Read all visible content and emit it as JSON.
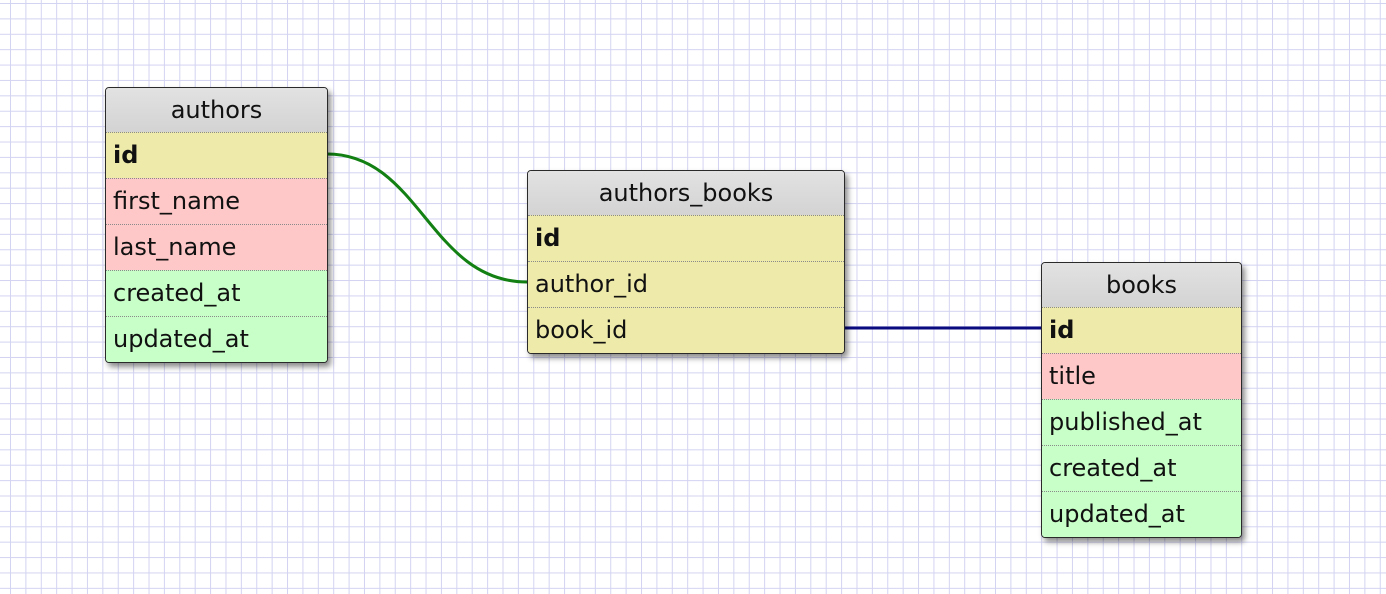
{
  "diagram": {
    "tables": [
      {
        "name": "authors",
        "fields": [
          {
            "label": "id",
            "kind": "pk"
          },
          {
            "label": "first_name",
            "kind": "text"
          },
          {
            "label": "last_name",
            "kind": "text"
          },
          {
            "label": "created_at",
            "kind": "time"
          },
          {
            "label": "updated_at",
            "kind": "time"
          }
        ]
      },
      {
        "name": "authors_books",
        "fields": [
          {
            "label": "id",
            "kind": "pk"
          },
          {
            "label": "author_id",
            "kind": "fk"
          },
          {
            "label": "book_id",
            "kind": "fk"
          }
        ]
      },
      {
        "name": "books",
        "fields": [
          {
            "label": "id",
            "kind": "pk"
          },
          {
            "label": "title",
            "kind": "text"
          },
          {
            "label": "published_at",
            "kind": "time"
          },
          {
            "label": "created_at",
            "kind": "time"
          },
          {
            "label": "updated_at",
            "kind": "time"
          }
        ]
      }
    ],
    "relations": [
      {
        "from": "authors.id",
        "to": "authors_books.author_id",
        "color": "#138013"
      },
      {
        "from": "authors_books.book_id",
        "to": "books.id",
        "color": "#0b0b80"
      }
    ],
    "colors": {
      "header": "#d8d8d8",
      "key_field": "#eeeaa9",
      "text_field": "#ffc8c8",
      "time_field": "#c8ffc8",
      "grid": "#d3d3f2"
    }
  }
}
